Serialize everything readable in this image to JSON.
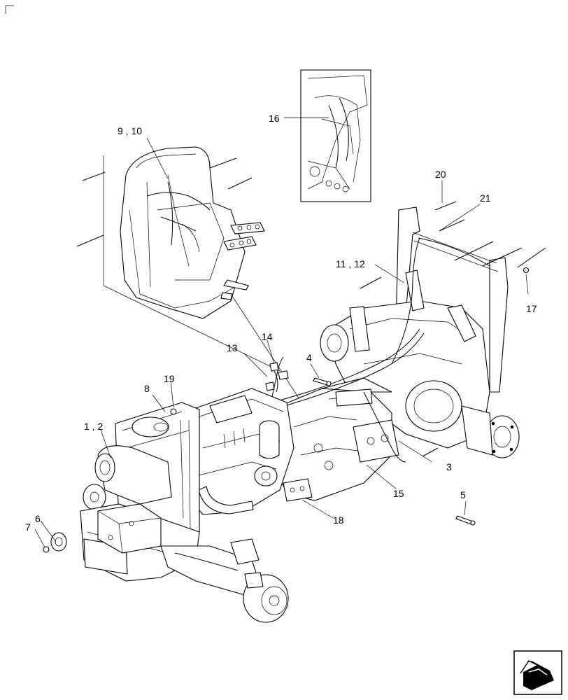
{
  "diagram": {
    "callouts": [
      {
        "id": "c-9-10",
        "text": "9 , 10"
      },
      {
        "id": "c-16",
        "text": "16"
      },
      {
        "id": "c-20",
        "text": "20"
      },
      {
        "id": "c-21",
        "text": "21"
      },
      {
        "id": "c-11-12",
        "text": "11 , 12"
      },
      {
        "id": "c-17",
        "text": "17"
      },
      {
        "id": "c-13",
        "text": "13"
      },
      {
        "id": "c-14",
        "text": "14"
      },
      {
        "id": "c-4",
        "text": "4"
      },
      {
        "id": "c-8",
        "text": "8"
      },
      {
        "id": "c-19",
        "text": "19"
      },
      {
        "id": "c-1-2",
        "text": "1 , 2"
      },
      {
        "id": "c-3",
        "text": "3"
      },
      {
        "id": "c-15",
        "text": "15"
      },
      {
        "id": "c-5",
        "text": "5"
      },
      {
        "id": "c-18",
        "text": "18"
      },
      {
        "id": "c-6",
        "text": "6"
      },
      {
        "id": "c-7",
        "text": "7"
      }
    ]
  },
  "icons": {
    "nav_arrow": "navigation-arrow-icon",
    "corner_mark": "corner-mark-icon"
  }
}
